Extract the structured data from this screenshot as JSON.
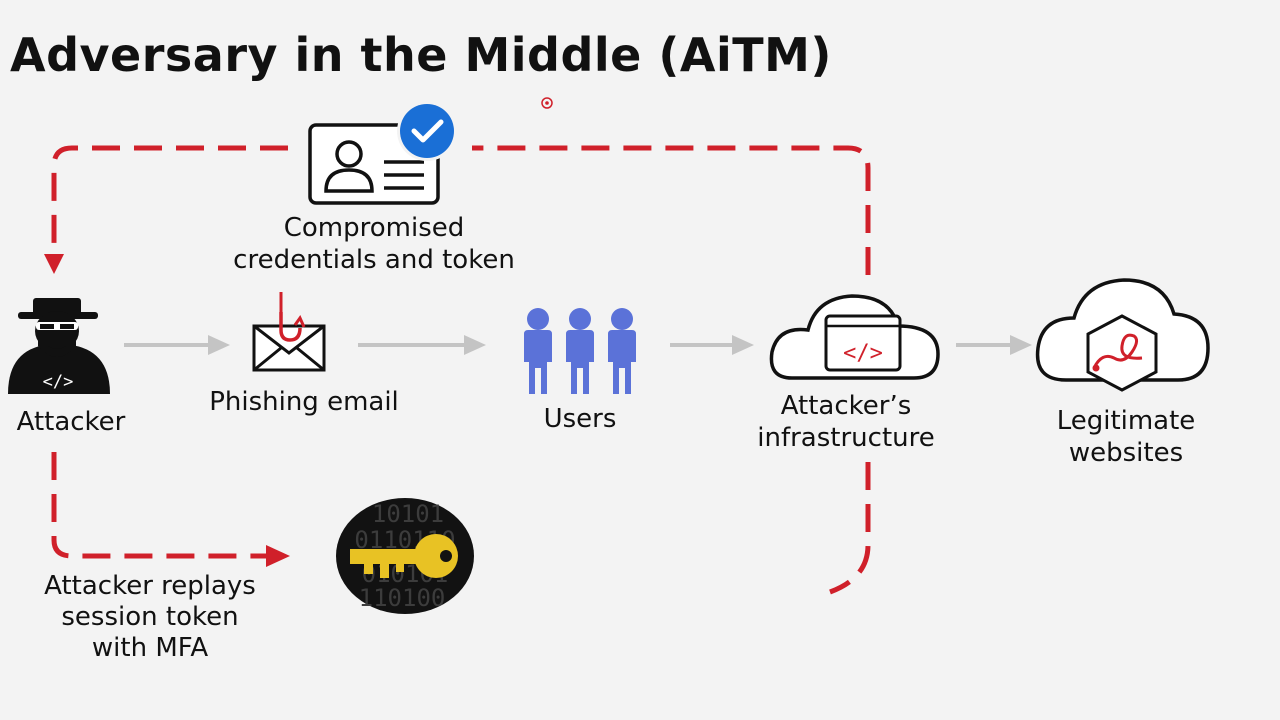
{
  "title": "Adversary in the Middle (AiTM)",
  "nodes": {
    "credentials": {
      "line1": "Compromised",
      "line2": "credentials and token"
    },
    "attacker": {
      "label": "Attacker"
    },
    "phishing": {
      "label": "Phishing email"
    },
    "users": {
      "label": "Users"
    },
    "infrastructure": {
      "line1": "Attacker’s",
      "line2": "infrastructure"
    },
    "legitimate": {
      "line1": "Legitimate",
      "line2": "websites"
    },
    "replay": {
      "line1": "Attacker replays",
      "line2": "session token",
      "line3": "with MFA"
    }
  },
  "icons": {
    "code": "</>",
    "key_binary": [
      "10101",
      "0110110",
      "010101",
      "110100"
    ]
  },
  "colors": {
    "accent_red": "#d0202a",
    "arrow_gray": "#c4c4c4",
    "users_blue": "#5b72d8",
    "check_blue": "#1a6fd6",
    "key_gold": "#e8c224",
    "dark": "#111111",
    "background": "#f3f3f3"
  }
}
